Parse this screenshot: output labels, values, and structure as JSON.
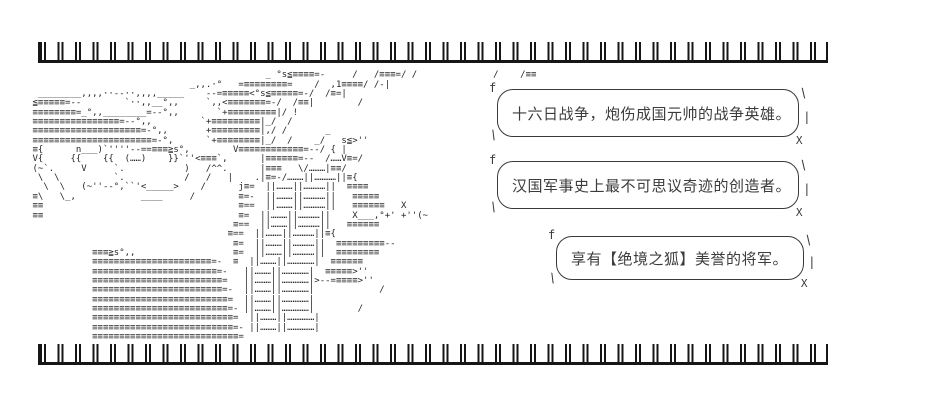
{
  "scene": {
    "background": "#ffffff",
    "ink_color": "#262626",
    "bubble_border_color": "#3a3a3a",
    "text_color": "#3c3c3c"
  },
  "bubbles": [
    {
      "text": "十六日战争，炮伤成国元帅的战争英雄。"
    },
    {
      "text": "汉国军事史上最不可思议奇迹的创造者。"
    },
    {
      "text": "享有【绝境之狐】美誉的将军。"
    }
  ],
  "bubble_tails": {
    "top_left": "f",
    "bottom_left": "\\",
    "top_right": "\\",
    "right": "|",
    "bottom_right": "X"
  },
  "ascii_art": {
    "lines": [
      "",
      "                                                 _ °s≦≡≡≡≡=-     /   /≡≡≡=/ /              /    /≡≡",
      "                                   _,,.·°   =≡≡≡≡≡≡≡≡=    /  ,1≡≡≡≡/ /-|",
      "       ________,,,,··--··,,,,_____    --=≡≡≡≡≡<°s≦≡≡≡≡≡=-/  /≡=|",
      "      ≦≡≡≡≡≡=--        `··,,__°,,     `,,<≡≡≡≡≡≡≡=-/  /≡≡|        /",
      "      ≡≡≡≡≡≡≡≡=_°,,________=--°,,       `+≡≡≡≡≡≡≡≡≡|/ !",
      "      ≡≡≡≡≡≡≡≡≡≡≡≡≡≡≡≡=--°,,         `+≡≡≡≡≡≡≡≡≡|_/  /",
      "      ≡≡≡≡≡≡≡≡≡≡≡≡≡≡≡≡≡≡≡≡=-°,,       +≡≡≡≡≡≡≡≡≡|,/ /       _",
      "      ≡≡≡≡≡≡≡≡≡≡≡≡≡≡≡≡≡≡≡≡≡≡=-°,      `+≡≡≡≡≡≡≡≡|_/  /    _/   s≦>''",
      "      ≡{      n___)`''''--==≡≡≡≧s°,        V≡≡≡≡≡≡≡≡≡≡≡≡=--/ { |",
      "      V{     {{    {{  (……)    }}`''<≡≡≡`,      |≡≡≡≡≡≡=--  /……V≡=/",
      "      (~`.     V     `.           )   /^^.      |≡≡≡   \\/………|≡≡/",
      "       \\  \\          `.           /   /   |    .|≡=-/………||…………||≡{",
      "        \\  \\   (~''--°,``'<_____>    /      j≡=  ||………||…………||  ≡≡≡≡",
      "      ≡\\   \\_,            ____     /        ≡=-  ||………||…………||   ≡≡≡≡≡",
      "      ≡≡                                    ≡==  ||………||…………||   ≡≡≡≡≡≡   X",
      "      ≡≡                                    ≡=  ||………||…………||    X___,°+' +''(~",
      "                                           ≡==  ||………||…………||   ≡≡≡≡≡≡",
      "                                          ≡==  ||………||…………||≡{",
      "                                           ≡=  ||………||…………||  ≡≡≡≡≡≡≡≡≡--",
      "                 ≡≡≡≧s°,,                  ≡=  ||………||…………||  ≡≡≡≡≡≡≡≡",
      "                 ≡≡≡≡≡≡≡≡≡≡≡≡≡≡≡≡≡≡≡≡≡≡=-  ≡  ||………||……………|  ≡≡≡≡≡≡",
      "                 ≡≡≡≡≡≡≡≡≡≡≡≡≡≡≡≡≡≡≡≡≡≡≡=-   ||………||……………|  ≡≡≡≡≡>''",
      "                 ≡≡≡≡≡≡≡≡≡≡≡≡≡≡≡≡≡≡≡≡≡≡≡≡=   ||………||……………|>--=≡≡≡≡>''",
      "                 ≡≡≡≡≡≡≡≡≡≡≡≡≡≡≡≡≡≡≡≡≡≡≡≡=-  ||………||……………|            /",
      "                 ≡≡≡≡≡≡≡≡≡≡≡≡≡≡≡≡≡≡≡≡≡≡≡≡≡=  ||………||……………|          ",
      "                 ≡≡≡≡≡≡≡≡≡≡≡≡≡≡≡≡≡≡≡≡≡≡≡≡≡=- ||………||……………|        /",
      "                 ≡≡≡≡≡≡≡≡≡≡≡≡≡≡≡≡≡≡≡≡≡≡≡≡≡≡=  ||………||……………|",
      "                 ≡≡≡≡≡≡≡≡≡≡≡≡≡≡≡≡≡≡≡≡≡≡≡≡≡≡=- ||………||……………|",
      "                 ≡≡≡≡≡≡≡≡≡≡≡≡≡≡≡≡≡≡≡≡≡≡≡≡≡≡≡="
    ]
  }
}
